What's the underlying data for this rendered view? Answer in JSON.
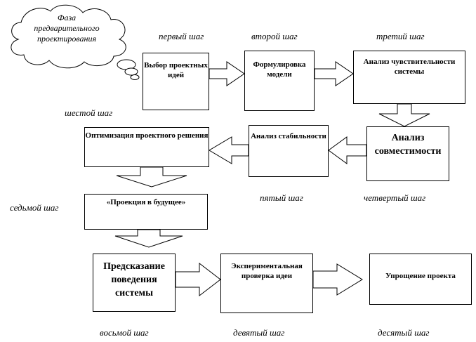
{
  "cloud": {
    "text": "Фаза предварительного проектирования"
  },
  "steps": [
    {
      "label": "первый шаг",
      "box": "Выбор проектных идей"
    },
    {
      "label": "второй шаг",
      "box": "Формулировка модели"
    },
    {
      "label": "третий шаг",
      "box": "Анализ чувствительности системы"
    },
    {
      "label": "четвертый шаг",
      "box": "Анализ совместимости"
    },
    {
      "label": "пятый шаг",
      "box": "Анализ стабильности"
    },
    {
      "label": "шестой шаг",
      "box": "Оптимизация проектного решения"
    },
    {
      "label": "седьмой шаг",
      "box": "«Проекция в будущее»"
    },
    {
      "label": "восьмой шаг",
      "box": "Предсказание поведения системы"
    },
    {
      "label": "девятый шаг",
      "box": "Экспериментальная проверка идеи"
    },
    {
      "label": "десятый шаг",
      "box": "Упрощение проекта"
    }
  ]
}
